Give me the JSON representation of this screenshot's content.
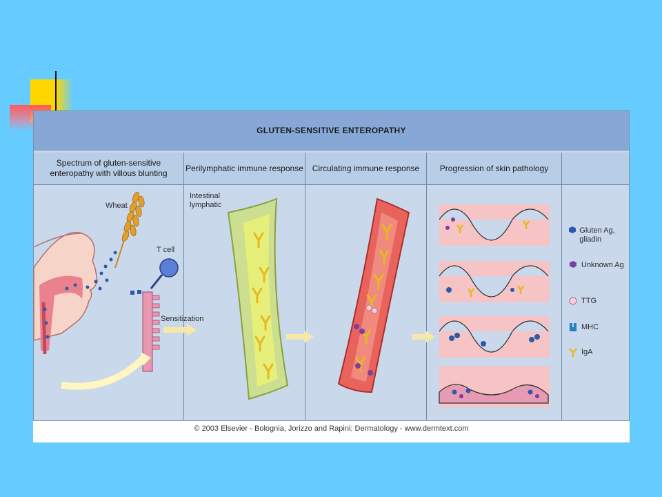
{
  "title": "GLUTEN-SENSITIVE ENTEROPATHY",
  "columns": [
    "Spectrum of gluten-sensitive enteropathy with villous blunting",
    "Perilymphatic immune response",
    "Circulating immune response",
    "Progression of skin pathology"
  ],
  "labels": {
    "wheat": "Wheat",
    "tcell": "T cell",
    "sensitization": "Sensitization",
    "intestinal_lymphatic": "Intestinal lymphatic"
  },
  "legend": [
    {
      "icon": "gluten-ag-hexagon-icon",
      "text": "Gluten Ag, gliadin",
      "color": "#2a5aa8"
    },
    {
      "icon": "unknown-ag-hexagon-icon",
      "text": "Unknown Ag",
      "color": "#7a3fa0"
    },
    {
      "icon": "ttg-flower-icon",
      "text": "TTG",
      "color": "#e9a6c8"
    },
    {
      "icon": "mhc-icon",
      "text": "MHC",
      "color": "#2b7fc0"
    },
    {
      "icon": "iga-y-icon",
      "text": "IgA",
      "color": "#e8b820"
    }
  ],
  "footer": "© 2003 Elsevier - Bolognia, Jorizzo and Rapini: Dermatology - www.dermtext.com"
}
